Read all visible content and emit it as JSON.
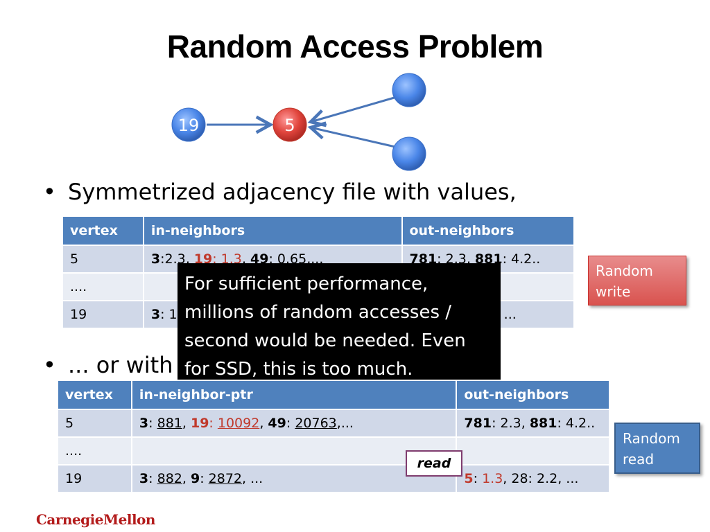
{
  "slide": {
    "title": "Random Access Problem",
    "graph": {
      "node_left": "19",
      "node_center": "5"
    },
    "bullet1": "Symmetrized adjacency file with values,",
    "bullet2": "... or with",
    "table1": {
      "headers": [
        "vertex",
        "in-neighbors",
        "out-neighbors"
      ],
      "rows": [
        {
          "vertex": "5",
          "in": [
            "3",
            ":2.3, ",
            "19",
            ": 1.3",
            ", ",
            "49",
            ": 0.65,..."
          ],
          "out": [
            "781",
            ": 2.3, ",
            "881",
            ": 4.2.."
          ]
        },
        {
          "vertex": "....",
          "in": "",
          "out": ""
        },
        {
          "vertex": "19",
          "in": [
            "3",
            ": 1"
          ],
          "out": [
            "2, ..."
          ]
        }
      ]
    },
    "popup": {
      "lines": [
        "For sufficient performance,",
        "millions of random accesses /",
        "second would be needed. Even",
        "for SSD, this is too much."
      ]
    },
    "table2": {
      "headers": [
        "vertex",
        "in-neighbor-ptr",
        "out-neighbors"
      ],
      "rows": [
        {
          "vertex": "5",
          "in": [
            "3",
            ": ",
            "881",
            ", ",
            "19",
            ": ",
            "10092",
            ", ",
            "49",
            ": ",
            "20763",
            ",..."
          ],
          "out": [
            "781",
            ": 2.3, ",
            "881",
            ": 4.2.."
          ]
        },
        {
          "vertex": "....",
          "in": "",
          "out": ""
        },
        {
          "vertex": "19",
          "in": [
            "3",
            ": ",
            "882",
            ", ",
            "9",
            ": ",
            "2872",
            ", ..."
          ],
          "out": [
            "5",
            ": ",
            "1.3",
            ", 28: 2.2, ..."
          ]
        }
      ]
    },
    "callouts": {
      "write": [
        "Random",
        "write"
      ],
      "read": [
        "Random",
        "read"
      ]
    },
    "read_label": "read",
    "logo": "CarnegieMellon"
  },
  "colors": {
    "header_blue": "#4f81bd",
    "row_dark": "#d0d8e8",
    "row_light": "#e9edf4",
    "accent_red": "#c0392b"
  }
}
